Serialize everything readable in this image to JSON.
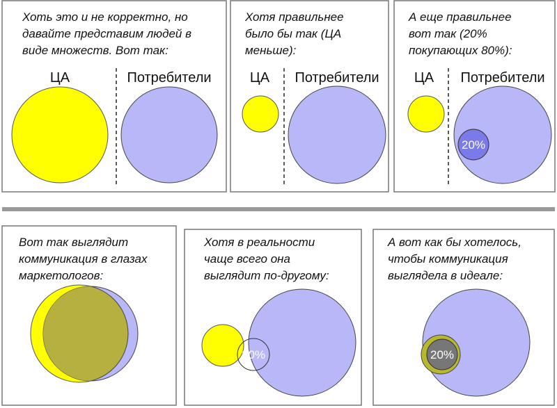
{
  "panels": [
    {
      "caption": [
        "Хоть это и не корректно, но",
        "давайте представим людей в",
        "виде множеств. Вот так:"
      ],
      "labels": [
        "ЦА",
        "Потребители"
      ]
    },
    {
      "caption": [
        "Хотя правильнее",
        "было бы так (ЦА",
        "меньше):"
      ],
      "labels": [
        "ЦА",
        "Потребители"
      ]
    },
    {
      "caption": [
        "А еще правильнее",
        "вот так (20%",
        "покупающих 80%):"
      ],
      "labels": [
        "ЦА",
        "Потребители"
      ],
      "percent": "20%"
    },
    {
      "caption": [
        "Вот так выглядит",
        "коммуникация в глазах",
        "маркетологов:"
      ]
    },
    {
      "caption": [
        "Хотя в реальности",
        "чаще всего она",
        "выглядит по-другому:"
      ],
      "percent": "20%"
    },
    {
      "caption": [
        "А вот как бы хотелось,",
        "чтобы коммуникация",
        "выглядела в идеале:"
      ],
      "percent": "20%"
    }
  ],
  "colors": {
    "yellow": "#ffff00",
    "purple": "#b8b8f8",
    "overlap": "#b5b040",
    "separator": "#999999"
  }
}
